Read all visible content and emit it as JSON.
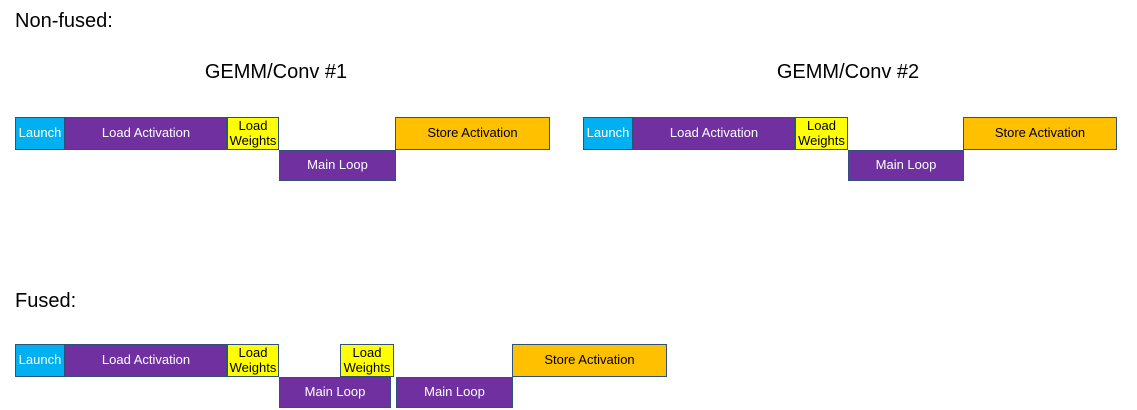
{
  "headings": {
    "nonfused": "Non-fused:",
    "fused": "Fused:",
    "group1": "GEMM/Conv #1",
    "group2": "GEMM/Conv #2"
  },
  "labels": {
    "launch": "Launch",
    "load_activation": "Load Activation",
    "load_weights": "Load Weights",
    "main_loop": "Main Loop",
    "store_activation": "Store Activation"
  },
  "colors": {
    "page_bg": "#FFFFFF",
    "launch_fill": "#00B0F0",
    "purple_fill": "#7030A0",
    "weights_fill": "#FFFF00",
    "store_fill": "#FFC000",
    "block_border": "#2E527C",
    "light_text": "#FFFFFF",
    "dark_text": "#000000",
    "heading_text": "#000000"
  }
}
